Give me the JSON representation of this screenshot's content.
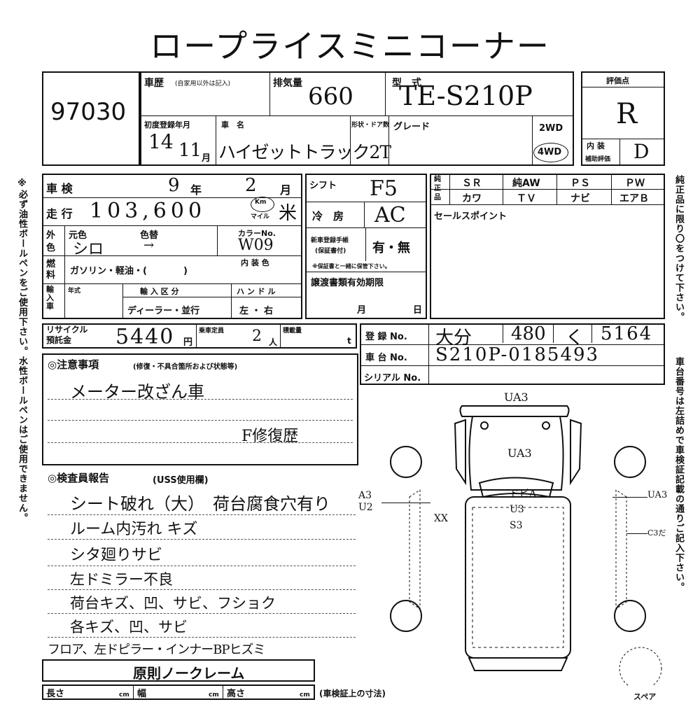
{
  "header": {
    "title": "ロープライスミニコーナー"
  },
  "lot": {
    "number": "97030"
  },
  "vehicle": {
    "history_label": "車歴",
    "history_note": "(自家用以外は記入)",
    "displacement_label": "排気量",
    "displacement": "660",
    "model_label": "型　式",
    "model": "TE-S210P",
    "first_reg_label": "初度登録年月",
    "first_reg_year": "14",
    "first_reg_month": "11",
    "month_unit": "月",
    "name_label": "車　名",
    "name": "ハイゼットトラック2T",
    "body_door_label": "形状・ドア数",
    "grade_label": "グレード",
    "drive_2wd": "2WD",
    "drive_4wd": "4WD"
  },
  "grade": {
    "score_label": "評価点",
    "score": "R",
    "interior_label": "内 装",
    "interior_sub": "補助評価",
    "interior": "D"
  },
  "inspection": {
    "shaken_label": "車 検",
    "shaken_year": "9",
    "year_unit": "年",
    "shaken_month": "2",
    "month_unit": "月",
    "mileage_label": "走 行",
    "mileage": "103,600",
    "km": "Km",
    "mile": "マイル",
    "mileage_mark": "米",
    "shift_label": "シフト",
    "shift": "F5",
    "ac_label": "冷　房",
    "ac": "AC",
    "exterior_label": "外色",
    "orig_color_label": "元色",
    "color_change_label": "色替",
    "orig_color": "シロ",
    "color_arrow": "→",
    "color_no_label": "カラーNo.",
    "color_no": "W09",
    "interior_color_label": "内 装 色",
    "fuel_label": "燃料",
    "fuel_options": "ガソリン・軽油・(　　　　)",
    "doc_label": "新車登録手帳",
    "doc_sub": "(保証書付)",
    "doc_value": "有・無",
    "doc_note": "※保証書と一緒に保管下さい。",
    "import_label": "輸入車",
    "import_year_label": "年式",
    "import_type_label": "輸 入 区 分",
    "import_type": "ディーラー・並行",
    "handle_label": "ハ ン ド ル",
    "handle": "左 ・ 右",
    "transfer_label": "譲渡書類有効期限",
    "transfer_month": "月",
    "transfer_day": "日",
    "recycle_label": "リサイクル預託金",
    "recycle": "5440",
    "yen": "円",
    "capacity_label": "乗車定員",
    "capacity": "2",
    "person_unit": "人",
    "load_label": "積載量",
    "load_unit": "t"
  },
  "equipment": {
    "side_label": "純正品",
    "row1": [
      "ＳＲ",
      "純AW",
      "ＰＳ",
      "ＰＷ"
    ],
    "row2": [
      "カワ",
      "ＴＶ",
      "ナビ",
      "エアＢ"
    ],
    "sales_point_label": "セールスポイント"
  },
  "registration": {
    "reg_label": "登 録 No.",
    "reg_region": "大分",
    "reg_class": "480",
    "reg_kana": "く",
    "reg_number": "5164",
    "chassis_label": "車 台 No.",
    "chassis": "S210P-0185493",
    "serial_label": "シリアル No."
  },
  "notes": {
    "caution_label": "◎注意事項",
    "caution_sub": "(修復・不具合箇所および状態等)",
    "caution_lines": [
      "メーター改ざん車",
      "F修復歴"
    ],
    "inspector_label": "◎検査員報告",
    "inspector_sub": "(USS使用欄)",
    "inspector_lines": [
      "シート破れ（大）　荷台腐食穴有り",
      "ルーム内汚れ キズ",
      "シタ廻りサビ",
      "左ドミラー不良",
      "荷台キズ、凹、サビ、フショク",
      "各キズ、凹、サビ",
      "フロア、左ドピラー・インナーBPヒズミ"
    ],
    "claim": "原則ノークレーム"
  },
  "diagram": {
    "marks": [
      "UA3",
      "UA3",
      "ドビA",
      "U3",
      "S3",
      "XX",
      "A3",
      "U2",
      "UA3",
      "C3だ"
    ],
    "spare": "スペア"
  },
  "dims": {
    "length_label": "長さ",
    "width_label": "幅",
    "height_label": "高さ",
    "cm": "cm",
    "note": "(車検証上の寸法)"
  },
  "side_notes": {
    "left": "※必ず油性ボールペンをご使用下さい。水性ボールペンはご使用できません。",
    "right_top": "純正品に限り〇をつけて下さい。",
    "right_bottom": "車台番号は左詰めで車検証記載の通りご記入下さい。"
  }
}
